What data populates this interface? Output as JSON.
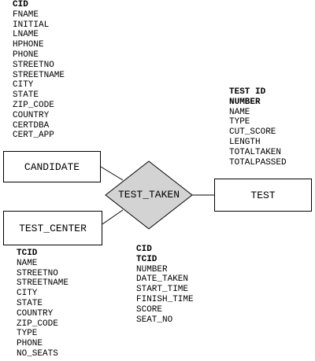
{
  "candidate": {
    "name": "CANDIDATE",
    "key_attributes": [
      "CID"
    ],
    "attributes": [
      "FNAME",
      "INITIAL",
      "LNAME",
      "HPHONE",
      "PHONE",
      "STREETNO",
      "STREETNAME",
      "CITY",
      "STATE",
      "ZIP_CODE",
      "COUNTRY",
      "CERTDBA",
      "CERT_APP"
    ]
  },
  "test": {
    "name": "TEST",
    "key_attributes": [
      "TEST ID",
      "NUMBER"
    ],
    "attributes": [
      "NAME",
      "TYPE",
      "CUT_SCORE",
      "LENGTH",
      "TOTALTAKEN",
      "TOTALPASSED"
    ]
  },
  "test_center": {
    "name": "TEST_CENTER",
    "key_attributes": [
      "TCID"
    ],
    "attributes": [
      "NAME",
      "STREETNO",
      "STREETNAME",
      "CITY",
      "STATE",
      "COUNTRY",
      "ZIP_CODE",
      "TYPE",
      "PHONE",
      "NO_SEATS"
    ]
  },
  "test_taken": {
    "name": "TEST_TAKEN",
    "key_attributes": [
      "CID",
      "TCID"
    ],
    "attributes": [
      "NUMBER",
      "DATE_TAKEN",
      "START_TIME",
      "FINISH_TIME",
      "SCORE",
      "SEAT_NO"
    ]
  },
  "colors": {
    "relationship_fill": "#d3d3d3",
    "line": "#000000",
    "background": "#ffffff"
  }
}
